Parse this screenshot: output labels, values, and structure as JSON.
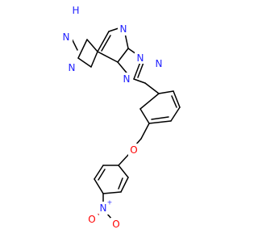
{
  "molecule": {
    "colors": {
      "bond": "#000000",
      "nitrogen": "#1f1fff",
      "oxygen": "#ff0000",
      "background": "#ffffff"
    },
    "atom_labels": {
      "nh_pyrazole": "N",
      "nh_pyrazole_h": "H",
      "n_pyrazole": "N",
      "n_pyrimidine": "N",
      "n_bridge": "N",
      "n_triazole_top": "N",
      "n_triazole_bottom": "N",
      "o_ether": "O",
      "n_nitro": "N",
      "n_nitro_charge": "+",
      "o_nitro_left": "O",
      "o_nitro_left_charge": "-",
      "o_nitro_right": "O"
    }
  }
}
